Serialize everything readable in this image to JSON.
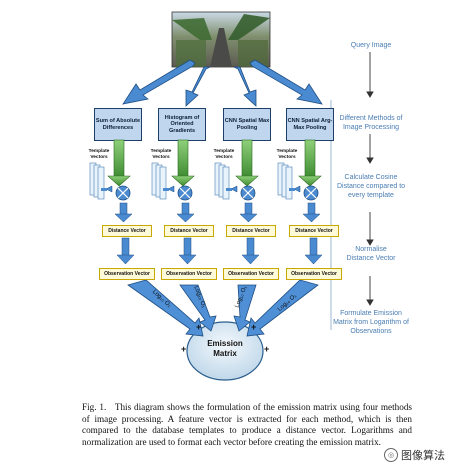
{
  "diagram": {
    "methods": [
      {
        "label": "Sum of Absolute Differences"
      },
      {
        "label": "Histogram of Oriented Gradients"
      },
      {
        "label": "CNN Spatial Max Pooling"
      },
      {
        "label": "CNN Spatial Arg-Max Pooling"
      }
    ],
    "template_label": "Template Vectors",
    "distance_label": "Distance Vector",
    "observation_label": "Observation Vector",
    "log_label": "Log₁₀ O₁",
    "emission": "Emission Matrix",
    "plus": "+",
    "steps": [
      "Query Image",
      "Different Methods of Image Processing",
      "Calculate Cosine Distance compared to every template",
      "Normalise Distance Vector",
      "Formulate Emission Matrix from Logarithm of Observations"
    ]
  },
  "caption": {
    "fig": "Fig. 1.",
    "text": "This diagram shows the formulation of the emission matrix using four methods of image processing. A feature vector is extracted for each method, which is then compared to the database templates to produce a distance vector. Logarithms and normalization are used to format each vector before creating the emission matrix."
  },
  "watermark": "图像算法"
}
